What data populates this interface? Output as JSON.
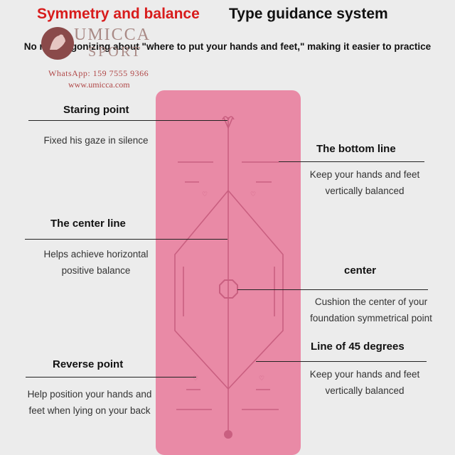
{
  "header": {
    "title_red": "Symmetry and balance",
    "title_black": "Type guidance system",
    "subtitle": "No more agonizing about \"where to put your hands and feet,\" making it easier to practice"
  },
  "watermark": {
    "brand_line1": "UMICCA",
    "brand_line2": "SPORT",
    "whatsapp": "WhatsApp:  159 7555 9366",
    "website": "www.umicca.com"
  },
  "callouts": {
    "staring_point": {
      "title": "Staring point",
      "desc": "Fixed his gaze in silence"
    },
    "bottom_line": {
      "title": "The bottom line",
      "desc": "Keep your hands and feet vertically balanced"
    },
    "center_line": {
      "title": "The center line",
      "desc": "Helps achieve horizontal positive balance"
    },
    "center": {
      "title": "center",
      "desc": "Cushion the center of your foundation symmetrical point"
    },
    "reverse_point": {
      "title": "Reverse point",
      "desc": "Help position your hands and feet when lying on your back"
    },
    "line_45": {
      "title": "Line of 45 degrees",
      "desc": "Keep your hands and feet vertically balanced"
    }
  },
  "colors": {
    "mat": "#e98aa6",
    "mat_line": "#c95f80",
    "accent_red": "#d81c1c"
  }
}
